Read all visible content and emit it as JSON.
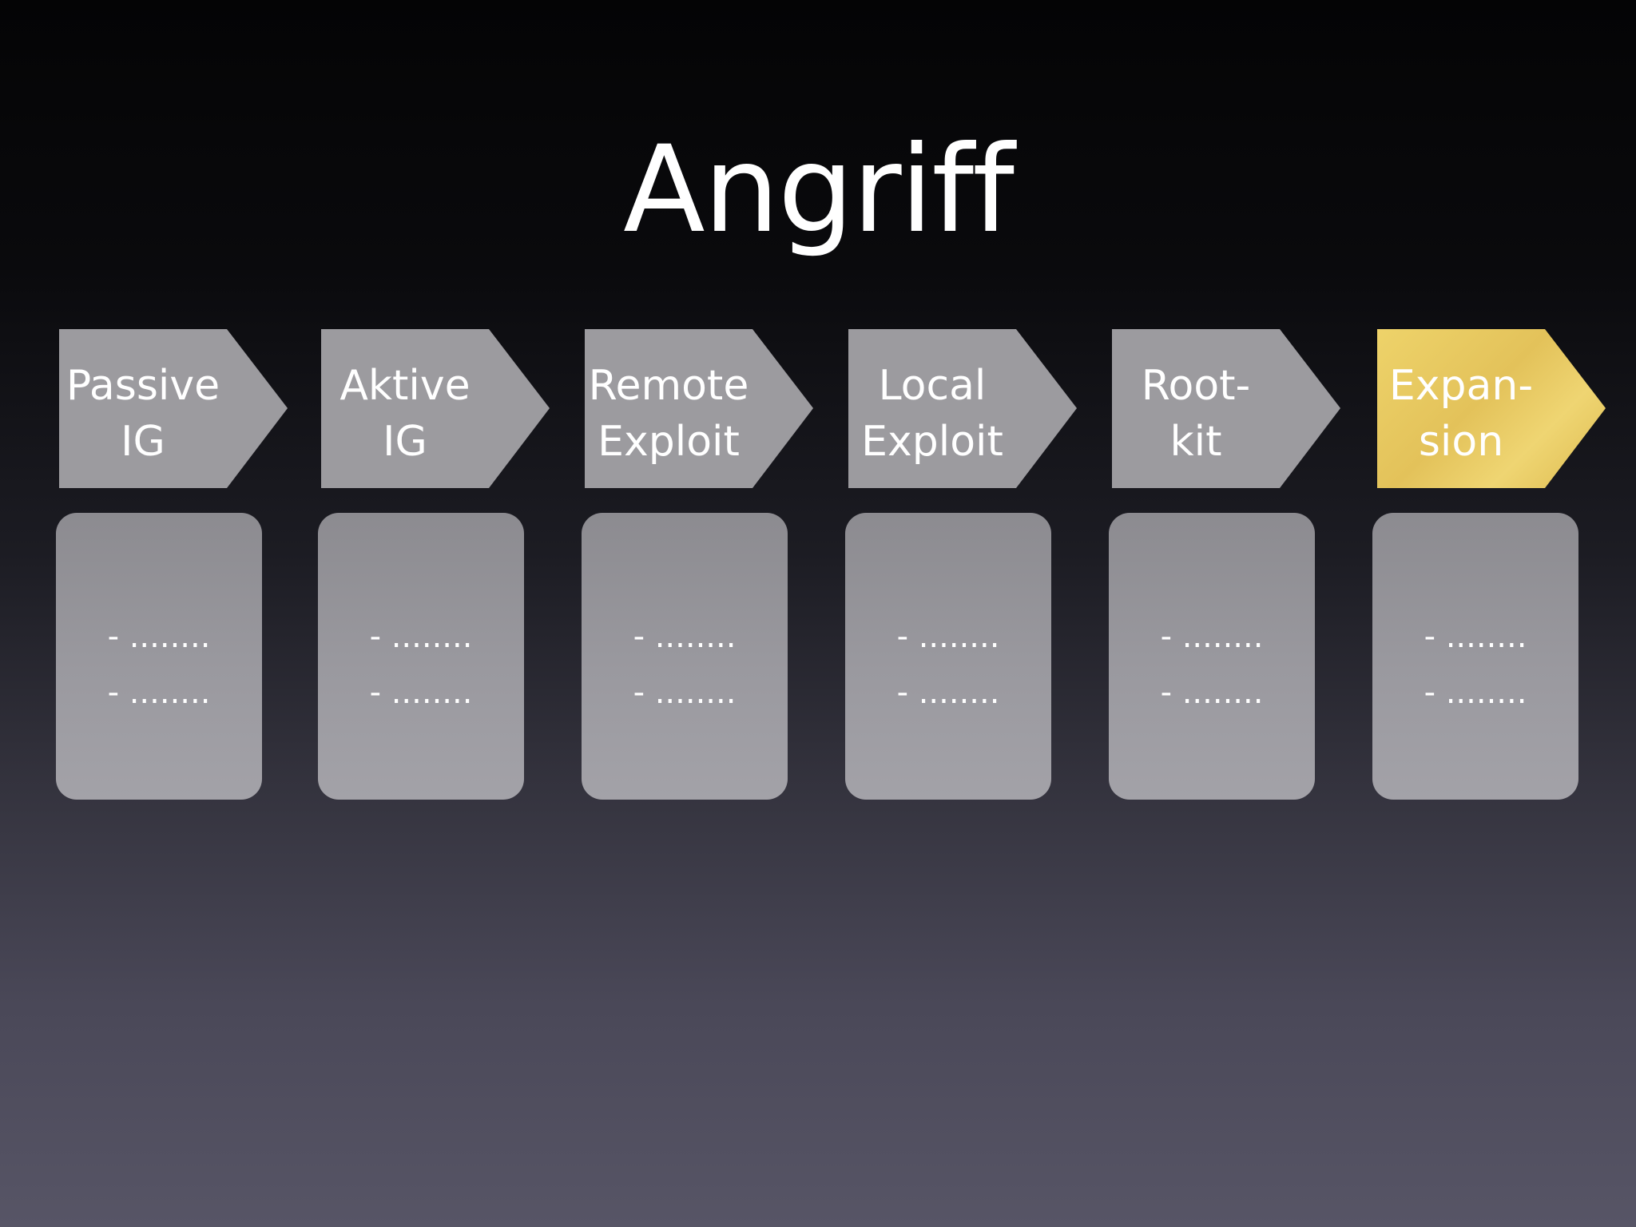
{
  "slide": {
    "title": "Angriff",
    "highlight_color": "#e9ca5f",
    "stage_color": "#9c9b9f",
    "stages": [
      {
        "label": "Passive\nIG",
        "highlighted": false
      },
      {
        "label": "Aktive\nIG",
        "highlighted": false
      },
      {
        "label": "Remote\nExploit",
        "highlighted": false
      },
      {
        "label": "Local\nExploit",
        "highlighted": false
      },
      {
        "label": "Root-\nkit",
        "highlighted": false
      },
      {
        "label": "Expan-\nsion",
        "highlighted": true
      }
    ],
    "cards": [
      {
        "line1": "- ........",
        "line2": "- ........"
      },
      {
        "line1": "- ........",
        "line2": "- ........"
      },
      {
        "line1": "- ........",
        "line2": "- ........"
      },
      {
        "line1": "- ........",
        "line2": "- ........"
      },
      {
        "line1": "- ........",
        "line2": "- ........"
      },
      {
        "line1": "- ........",
        "line2": "- ........"
      }
    ]
  }
}
